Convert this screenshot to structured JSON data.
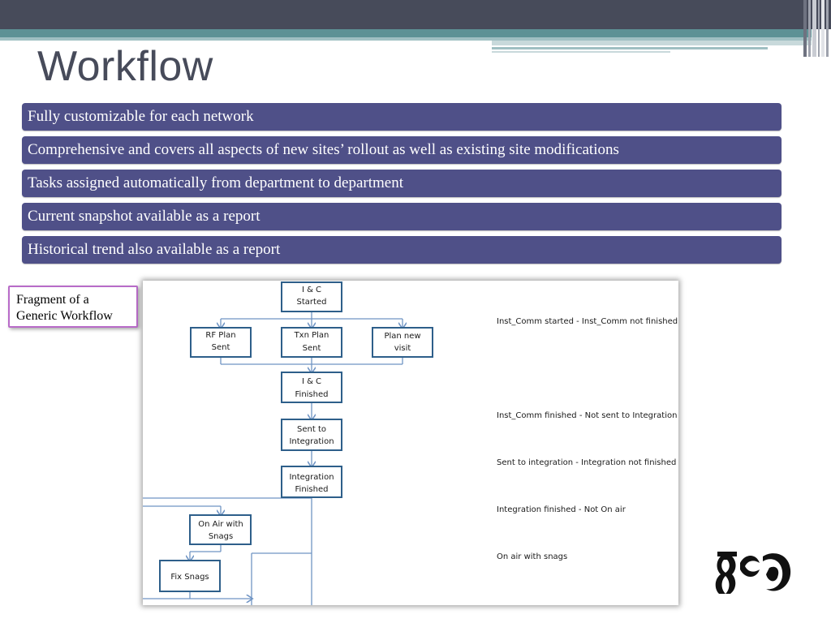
{
  "title": "Workflow",
  "bullets": [
    "Fully customizable for each network",
    "Comprehensive and covers all aspects of new sites’ rollout as well as existing site modifications",
    "Tasks assigned automatically from department to department",
    "Current snapshot available as a report",
    "Historical trend also available as a report"
  ],
  "callout": {
    "line1": "Fragment of a",
    "line2": "Generic Workflow"
  },
  "diagram": {
    "nodes": {
      "ic_started": [
        "I & C",
        "Started"
      ],
      "rf_plan": [
        "RF Plan",
        "Sent"
      ],
      "txn_plan": [
        "Txn Plan",
        "Sent"
      ],
      "plan_visit": [
        "Plan new",
        "visit"
      ],
      "ic_finished": [
        "I & C",
        "Finished"
      ],
      "sent_integration": [
        "Sent to",
        "Integration"
      ],
      "integration_finished": [
        "Integration",
        "Finished"
      ],
      "on_air_snags": [
        "On Air with",
        "Snags"
      ],
      "fix_snags": [
        "Fix Snags"
      ]
    },
    "status_labels": [
      "Inst_Comm started - Inst_Comm not finished",
      "Inst_Comm finished - Not sent to Integration",
      "Sent to integration - Integration not finished",
      "Integration finished - Not On air",
      "On air with snags"
    ]
  },
  "colors": {
    "band_dark": "#474b5a",
    "band_teal": "#5d9195",
    "bullet_bg": "#4f5088",
    "box_stroke": "#2e5f8a",
    "connector": "#6f94c4",
    "callout_border": "#b86bc8"
  },
  "logo": "company-logo"
}
